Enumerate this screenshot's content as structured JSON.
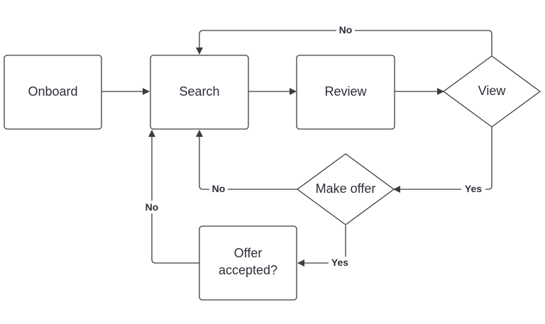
{
  "colors": {
    "stroke": "#3a3d42",
    "text": "#2b2f36",
    "background": "#ffffff"
  },
  "nodes": {
    "onboard": "Onboard",
    "search": "Search",
    "review": "Review",
    "view": "View",
    "make_offer": "Make offer",
    "offer_accepted_line1": "Offer",
    "offer_accepted_line2": "accepted?"
  },
  "edges": {
    "view_to_search": "No",
    "view_to_make_offer": "Yes",
    "make_offer_to_search": "No",
    "make_offer_to_offer_accepted": "Yes",
    "offer_accepted_to_search": "No"
  }
}
